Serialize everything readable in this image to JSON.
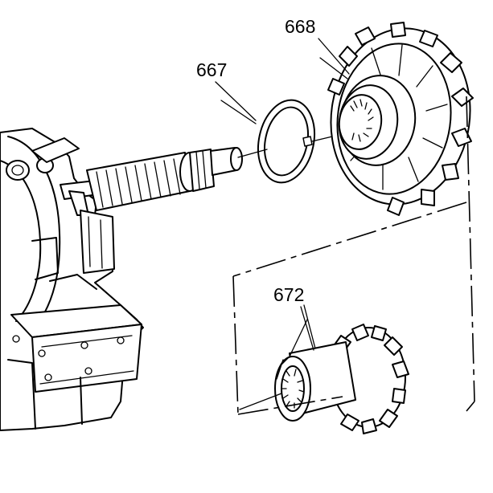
{
  "callouts": {
    "front_pump_ring": "667",
    "front_gear_assembly": "668",
    "output_shaft_gear": "672"
  },
  "colors": {
    "line": "#000000",
    "background": "#ffffff"
  }
}
